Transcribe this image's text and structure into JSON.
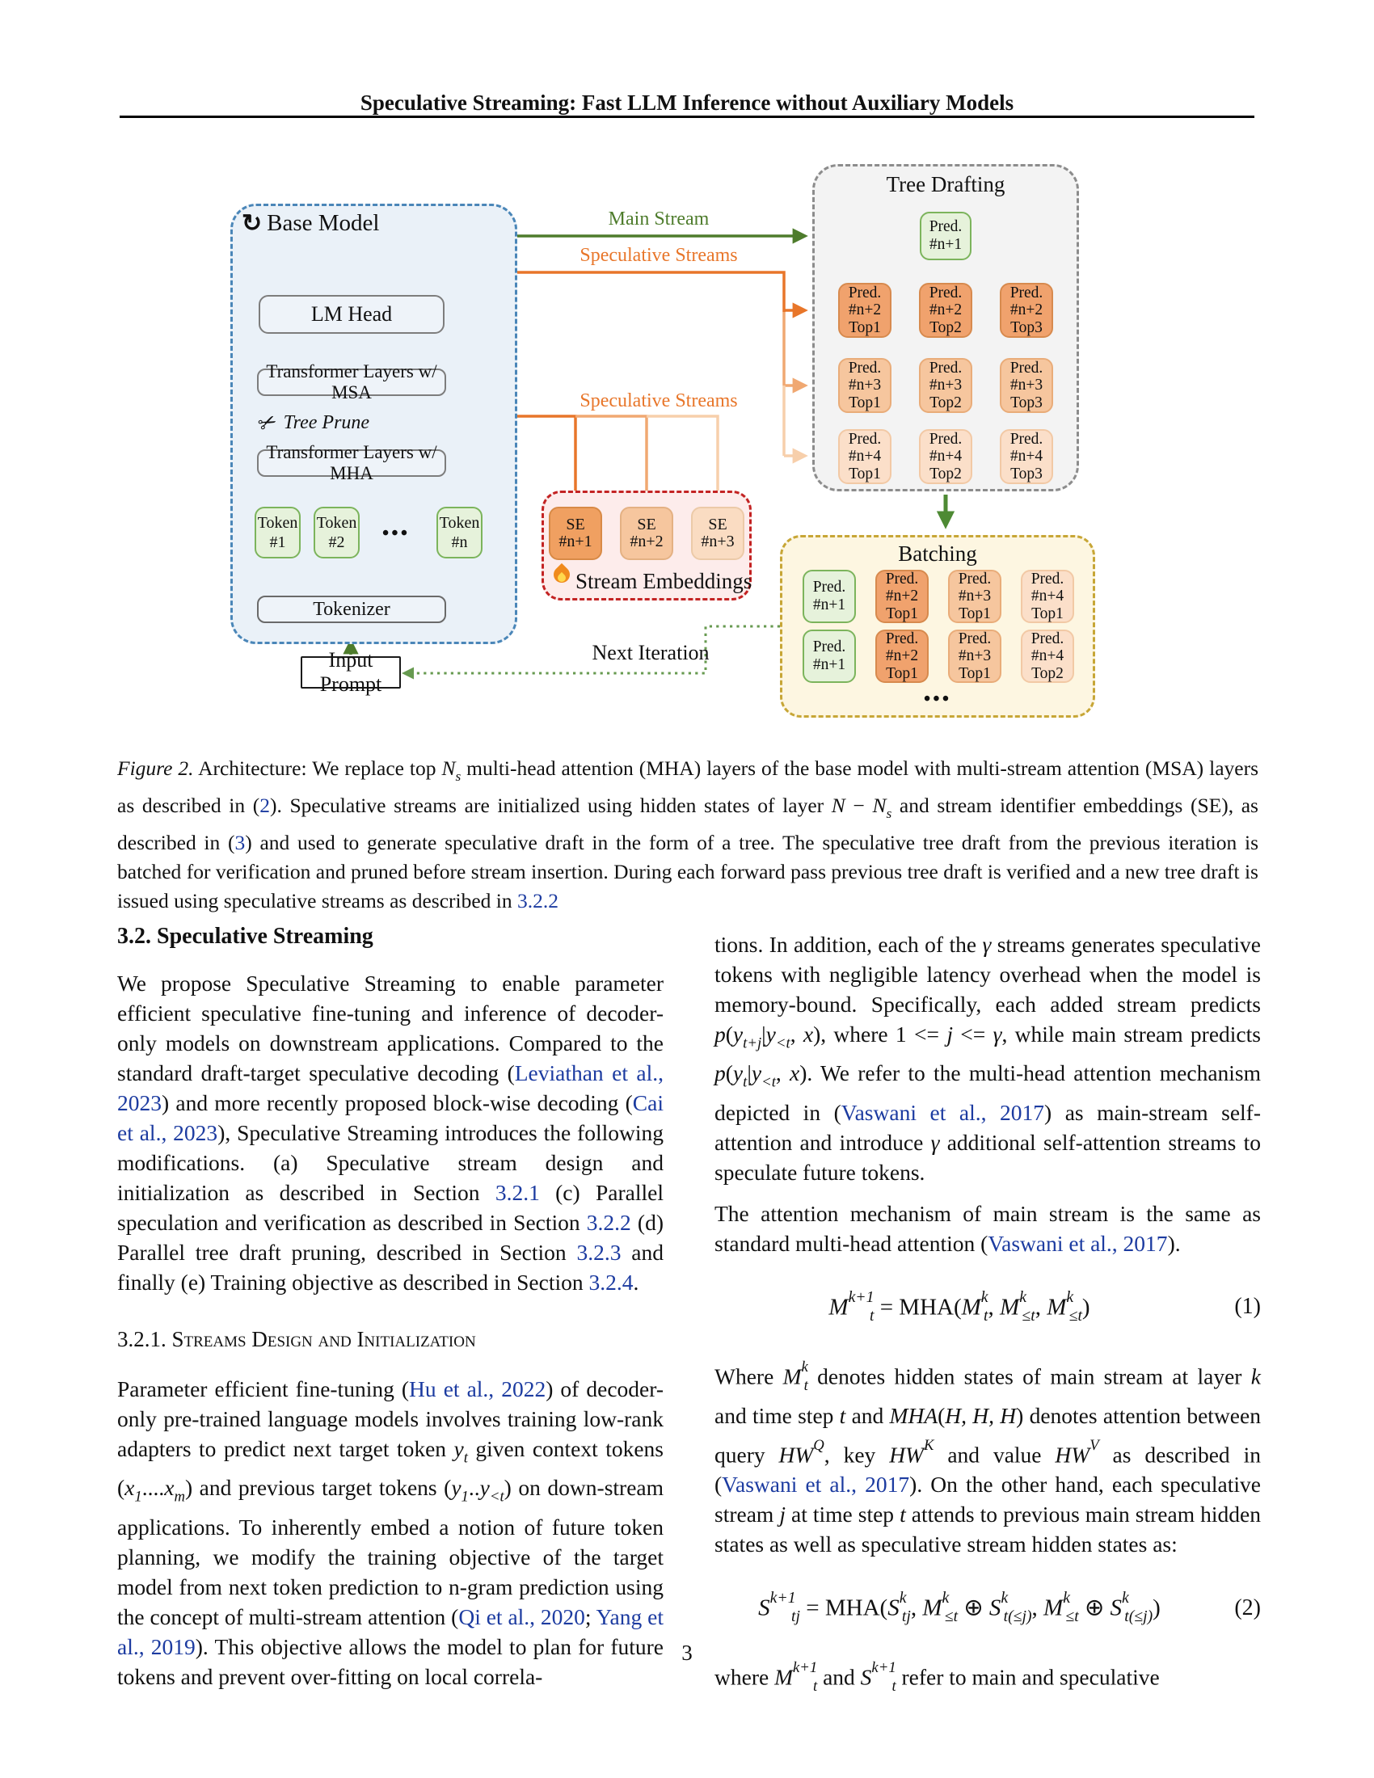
{
  "header": {
    "title": "Speculative Streaming: Fast LLM Inference without Auxiliary Models"
  },
  "colors": {
    "main_stream_green": "#4e7c2c",
    "speculative_orange": "#e8762a",
    "link_blue": "#1c3ba0",
    "base_model_blue": "#4a86b8",
    "stream_embed_red": "#c32323",
    "batching_gold": "#c7a636"
  },
  "figure": {
    "base_model": {
      "label": "Base Model",
      "lm_head": "LM Head",
      "msa": "Transformer Layers w/ MSA",
      "tree_prune": "Tree Prune",
      "mha": "Transformer Layers w/ MHA",
      "tokens": [
        {
          "l1": "Token",
          "l2": "#1"
        },
        {
          "l1": "Token",
          "l2": "#2"
        },
        {
          "l1": "Token",
          "l2": "#n"
        }
      ],
      "dots": "•••",
      "tokenizer": "Tokenizer"
    },
    "input_prompt": "Input Prompt",
    "labels": {
      "main_stream": "Main Stream",
      "speculative_streams_top": "Speculative Streams",
      "speculative_streams_mid": "Speculative Streams",
      "next_iteration": "Next Iteration"
    },
    "tree_drafting": {
      "title": "Tree Drafting",
      "root": {
        "l1": "Pred.",
        "l2": "#n+1"
      },
      "rows": [
        [
          {
            "l1": "Pred.",
            "l2": "#n+2",
            "l3": "Top1"
          },
          {
            "l1": "Pred.",
            "l2": "#n+2",
            "l3": "Top2"
          },
          {
            "l1": "Pred.",
            "l2": "#n+2",
            "l3": "Top3"
          }
        ],
        [
          {
            "l1": "Pred.",
            "l2": "#n+3",
            "l3": "Top1"
          },
          {
            "l1": "Pred.",
            "l2": "#n+3",
            "l3": "Top2"
          },
          {
            "l1": "Pred.",
            "l2": "#n+3",
            "l3": "Top3"
          }
        ],
        [
          {
            "l1": "Pred.",
            "l2": "#n+4",
            "l3": "Top1"
          },
          {
            "l1": "Pred.",
            "l2": "#n+4",
            "l3": "Top2"
          },
          {
            "l1": "Pred.",
            "l2": "#n+4",
            "l3": "Top3"
          }
        ]
      ]
    },
    "stream_embeddings": {
      "title": "Stream Embeddings",
      "cells": [
        {
          "l1": "SE",
          "l2": "#n+1"
        },
        {
          "l1": "SE",
          "l2": "#n+2"
        },
        {
          "l1": "SE",
          "l2": "#n+3"
        }
      ]
    },
    "batching": {
      "title": "Batching",
      "dots": "•••",
      "rows": [
        [
          {
            "l1": "Pred.",
            "l2": "#n+1",
            "l3": ""
          },
          {
            "l1": "Pred.",
            "l2": "#n+2",
            "l3": "Top1"
          },
          {
            "l1": "Pred.",
            "l2": "#n+3",
            "l3": "Top1"
          },
          {
            "l1": "Pred.",
            "l2": "#n+4",
            "l3": "Top1"
          }
        ],
        [
          {
            "l1": "Pred.",
            "l2": "#n+1",
            "l3": ""
          },
          {
            "l1": "Pred.",
            "l2": "#n+2",
            "l3": "Top1"
          },
          {
            "l1": "Pred.",
            "l2": "#n+3",
            "l3": "Top1"
          },
          {
            "l1": "Pred.",
            "l2": "#n+4",
            "l3": "Top2"
          }
        ]
      ]
    }
  },
  "caption": {
    "segments": [
      {
        "t": "Figure 2.",
        "c": "it"
      },
      {
        "t": " Architecture: We replace top "
      },
      {
        "t": "N",
        "c": "i"
      },
      {
        "t": "s",
        "c": "sub"
      },
      {
        "t": " multi-head attention (MHA) layers of the base model with multi-stream attention (MSA) layers as described in ("
      },
      {
        "t": "2",
        "c": "l"
      },
      {
        "t": "). Speculative streams are initialized using hidden states of layer "
      },
      {
        "t": "N",
        "c": "i"
      },
      {
        "t": " − "
      },
      {
        "t": "N",
        "c": "i"
      },
      {
        "t": "s",
        "c": "sub"
      },
      {
        "t": " and stream identifier embeddings (SE), as described in ("
      },
      {
        "t": "3",
        "c": "l"
      },
      {
        "t": ") and used to generate speculative draft in the form of a tree. The speculative tree draft from the previous iteration is batched for verification and pruned before stream insertion. During each forward pass previous tree draft is verified and a new tree draft is issued using speculative streams as described in "
      },
      {
        "t": "3.2.2",
        "c": "l"
      }
    ]
  },
  "left_column": {
    "h1": "3.2. Speculative Streaming",
    "p1": [
      {
        "t": "We propose Speculative Streaming to enable parameter efficient speculative fine-tuning and inference of decoder-only models on downstream applications.  Compared to the standard draft-target speculative decoding ("
      },
      {
        "t": "Leviathan et al., 2023",
        "c": "l"
      },
      {
        "t": ") and more recently proposed block-wise decoding ("
      },
      {
        "t": "Cai et al., 2023",
        "c": "l"
      },
      {
        "t": "), Speculative Streaming introduces the following modifications. (a) Speculative stream design and initialization as described in  Section "
      },
      {
        "t": "3.2.1",
        "c": "l"
      },
      {
        "t": " (c) Parallel speculation and verification as described in Section "
      },
      {
        "t": "3.2.2",
        "c": "l"
      },
      {
        "t": " (d) Parallel tree draft pruning, described in Section "
      },
      {
        "t": "3.2.3",
        "c": "l"
      },
      {
        "t": " and finally (e) Training objective as described in Section "
      },
      {
        "t": "3.2.4",
        "c": "l"
      },
      {
        "t": "."
      }
    ],
    "h2": "3.2.1. Streams Design and Initialization",
    "p2": [
      {
        "t": "Parameter efficient fine-tuning ("
      },
      {
        "t": "Hu et al., 2022",
        "c": "l"
      },
      {
        "t": ") of decoder-only pre-trained language models involves training low-rank adapters to predict next target token "
      },
      {
        "t": "y",
        "c": "i"
      },
      {
        "t": "t",
        "c": "sub"
      },
      {
        "t": " given context tokens ("
      },
      {
        "t": "x",
        "c": "i"
      },
      {
        "t": "1",
        "c": "sub"
      },
      {
        "t": "...."
      },
      {
        "t": "x",
        "c": "i"
      },
      {
        "t": "m",
        "c": "sub"
      },
      {
        "t": ") and previous target tokens ("
      },
      {
        "t": "y",
        "c": "i"
      },
      {
        "t": "1",
        "c": "sub"
      },
      {
        "t": ".."
      },
      {
        "t": "y",
        "c": "i"
      },
      {
        "t": "<t",
        "c": "sub"
      },
      {
        "t": ") on down-stream applications. To inherently embed a notion of future token planning, we modify the training objective of the target model from next token prediction to n-gram prediction using the concept of multi-stream attention ("
      },
      {
        "t": "Qi et al., 2020",
        "c": "l"
      },
      {
        "t": "; "
      },
      {
        "t": "Yang et al., 2019",
        "c": "l"
      },
      {
        "t": "). This objective allows the model to plan for future tokens and prevent over-fitting on local correla-"
      }
    ]
  },
  "right_column": {
    "p1": [
      {
        "t": "tions.  In addition, each of the "
      },
      {
        "t": "γ",
        "c": "i"
      },
      {
        "t": " streams generates speculative tokens with negligible latency overhead when the model is memory-bound. Specifically, each added stream predicts "
      },
      {
        "t": "p",
        "c": "i"
      },
      {
        "t": "("
      },
      {
        "t": "y",
        "c": "i"
      },
      {
        "t": "t+j",
        "c": "sub"
      },
      {
        "t": "|"
      },
      {
        "t": "y",
        "c": "i"
      },
      {
        "t": "<t",
        "c": "sub"
      },
      {
        "t": ", "
      },
      {
        "t": "x",
        "c": "i"
      },
      {
        "t": "), where 1 "
      },
      {
        "t": "<= "
      },
      {
        "t": "j",
        "c": "i"
      },
      {
        "t": " <= "
      },
      {
        "t": "γ",
        "c": "i"
      },
      {
        "t": ", while main stream predicts "
      },
      {
        "t": "p",
        "c": "i"
      },
      {
        "t": "("
      },
      {
        "t": "y",
        "c": "i"
      },
      {
        "t": "t",
        "c": "sub"
      },
      {
        "t": "|"
      },
      {
        "t": "y",
        "c": "i"
      },
      {
        "t": "<t",
        "c": "sub"
      },
      {
        "t": ", "
      },
      {
        "t": "x",
        "c": "i"
      },
      {
        "t": ").  We refer to the multi-head attention mechanism depicted in ("
      },
      {
        "t": "Vaswani et al., 2017",
        "c": "l"
      },
      {
        "t": ") as main-stream self-attention and introduce "
      },
      {
        "t": "γ",
        "c": "i"
      },
      {
        "t": " additional self-attention streams to speculate future tokens."
      }
    ],
    "p2": [
      {
        "t": "The attention mechanism of main stream is the same as standard multi-head attention ("
      },
      {
        "t": "Vaswani et al., 2017",
        "c": "l"
      },
      {
        "t": ")."
      }
    ],
    "eq1": {
      "segments": [
        {
          "t": "M",
          "c": "i"
        },
        {
          "t": "k+1",
          "c": "sup"
        },
        {
          "t": "t",
          "c": "sub"
        },
        {
          "t": " = MHA("
        },
        {
          "t": "M",
          "c": "i"
        },
        {
          "t": "k",
          "c": "sup"
        },
        {
          "t": "t",
          "c": "sub"
        },
        {
          "t": ", "
        },
        {
          "t": "M",
          "c": "i"
        },
        {
          "t": "k",
          "c": "sup"
        },
        {
          "t": "≤t",
          "c": "sub"
        },
        {
          "t": ", "
        },
        {
          "t": "M",
          "c": "i"
        },
        {
          "t": "k",
          "c": "sup"
        },
        {
          "t": "≤t",
          "c": "sub"
        },
        {
          "t": ")"
        }
      ],
      "tag": "(1)"
    },
    "p3": [
      {
        "t": "Where "
      },
      {
        "t": "M",
        "c": "i"
      },
      {
        "t": "k",
        "c": "sup"
      },
      {
        "t": "t",
        "c": "sub"
      },
      {
        "t": " denotes hidden states of main stream at layer "
      },
      {
        "t": "k",
        "c": "i"
      },
      {
        "t": " and time step "
      },
      {
        "t": "t",
        "c": "i"
      },
      {
        "t": " and "
      },
      {
        "t": "MHA",
        "c": "i"
      },
      {
        "t": "("
      },
      {
        "t": "H, H, H",
        "c": "i"
      },
      {
        "t": ")"
      },
      {
        "t": " denotes attention between query "
      },
      {
        "t": "HW",
        "c": "i"
      },
      {
        "t": "Q",
        "c": "sup"
      },
      {
        "t": ", key "
      },
      {
        "t": "HW",
        "c": "i"
      },
      {
        "t": "K",
        "c": "sup"
      },
      {
        "t": " and value "
      },
      {
        "t": "HW",
        "c": "i"
      },
      {
        "t": "V",
        "c": "sup"
      },
      {
        "t": " as described in ("
      },
      {
        "t": "Vaswani et al., 2017",
        "c": "l"
      },
      {
        "t": "). On the other hand, each speculative stream "
      },
      {
        "t": "j",
        "c": "i"
      },
      {
        "t": " at time step "
      },
      {
        "t": "t",
        "c": "i"
      },
      {
        "t": " attends to previous main stream hidden states as well as speculative stream hidden states as:"
      }
    ],
    "eq2": {
      "segments": [
        {
          "t": "S",
          "c": "i"
        },
        {
          "t": "k+1",
          "c": "sup"
        },
        {
          "t": "tj",
          "c": "sub"
        },
        {
          "t": " = MHA("
        },
        {
          "t": "S",
          "c": "i"
        },
        {
          "t": "k",
          "c": "sup"
        },
        {
          "t": "tj",
          "c": "sub"
        },
        {
          "t": ", "
        },
        {
          "t": "M",
          "c": "i"
        },
        {
          "t": "k",
          "c": "sup"
        },
        {
          "t": "≤t",
          "c": "sub"
        },
        {
          "t": " ⊕ "
        },
        {
          "t": "S",
          "c": "i"
        },
        {
          "t": "k",
          "c": "sup"
        },
        {
          "t": "t(≤j)",
          "c": "sub"
        },
        {
          "t": ", "
        },
        {
          "t": "M",
          "c": "i"
        },
        {
          "t": "k",
          "c": "sup"
        },
        {
          "t": "≤t",
          "c": "sub"
        },
        {
          "t": " ⊕ "
        },
        {
          "t": "S",
          "c": "i"
        },
        {
          "t": "k",
          "c": "sup"
        },
        {
          "t": "t(≤j)",
          "c": "sub"
        },
        {
          "t": ")"
        }
      ],
      "tag": "(2)"
    },
    "p4": [
      {
        "t": "where "
      },
      {
        "t": "M",
        "c": "i"
      },
      {
        "t": "k+1",
        "c": "sup"
      },
      {
        "t": "t",
        "c": "sub"
      },
      {
        "t": " and "
      },
      {
        "t": "S",
        "c": "i"
      },
      {
        "t": "k+1",
        "c": "sup"
      },
      {
        "t": "t",
        "c": "sub"
      },
      {
        "t": " refer to main and speculative"
      }
    ]
  },
  "footer": {
    "page_number": "3"
  }
}
